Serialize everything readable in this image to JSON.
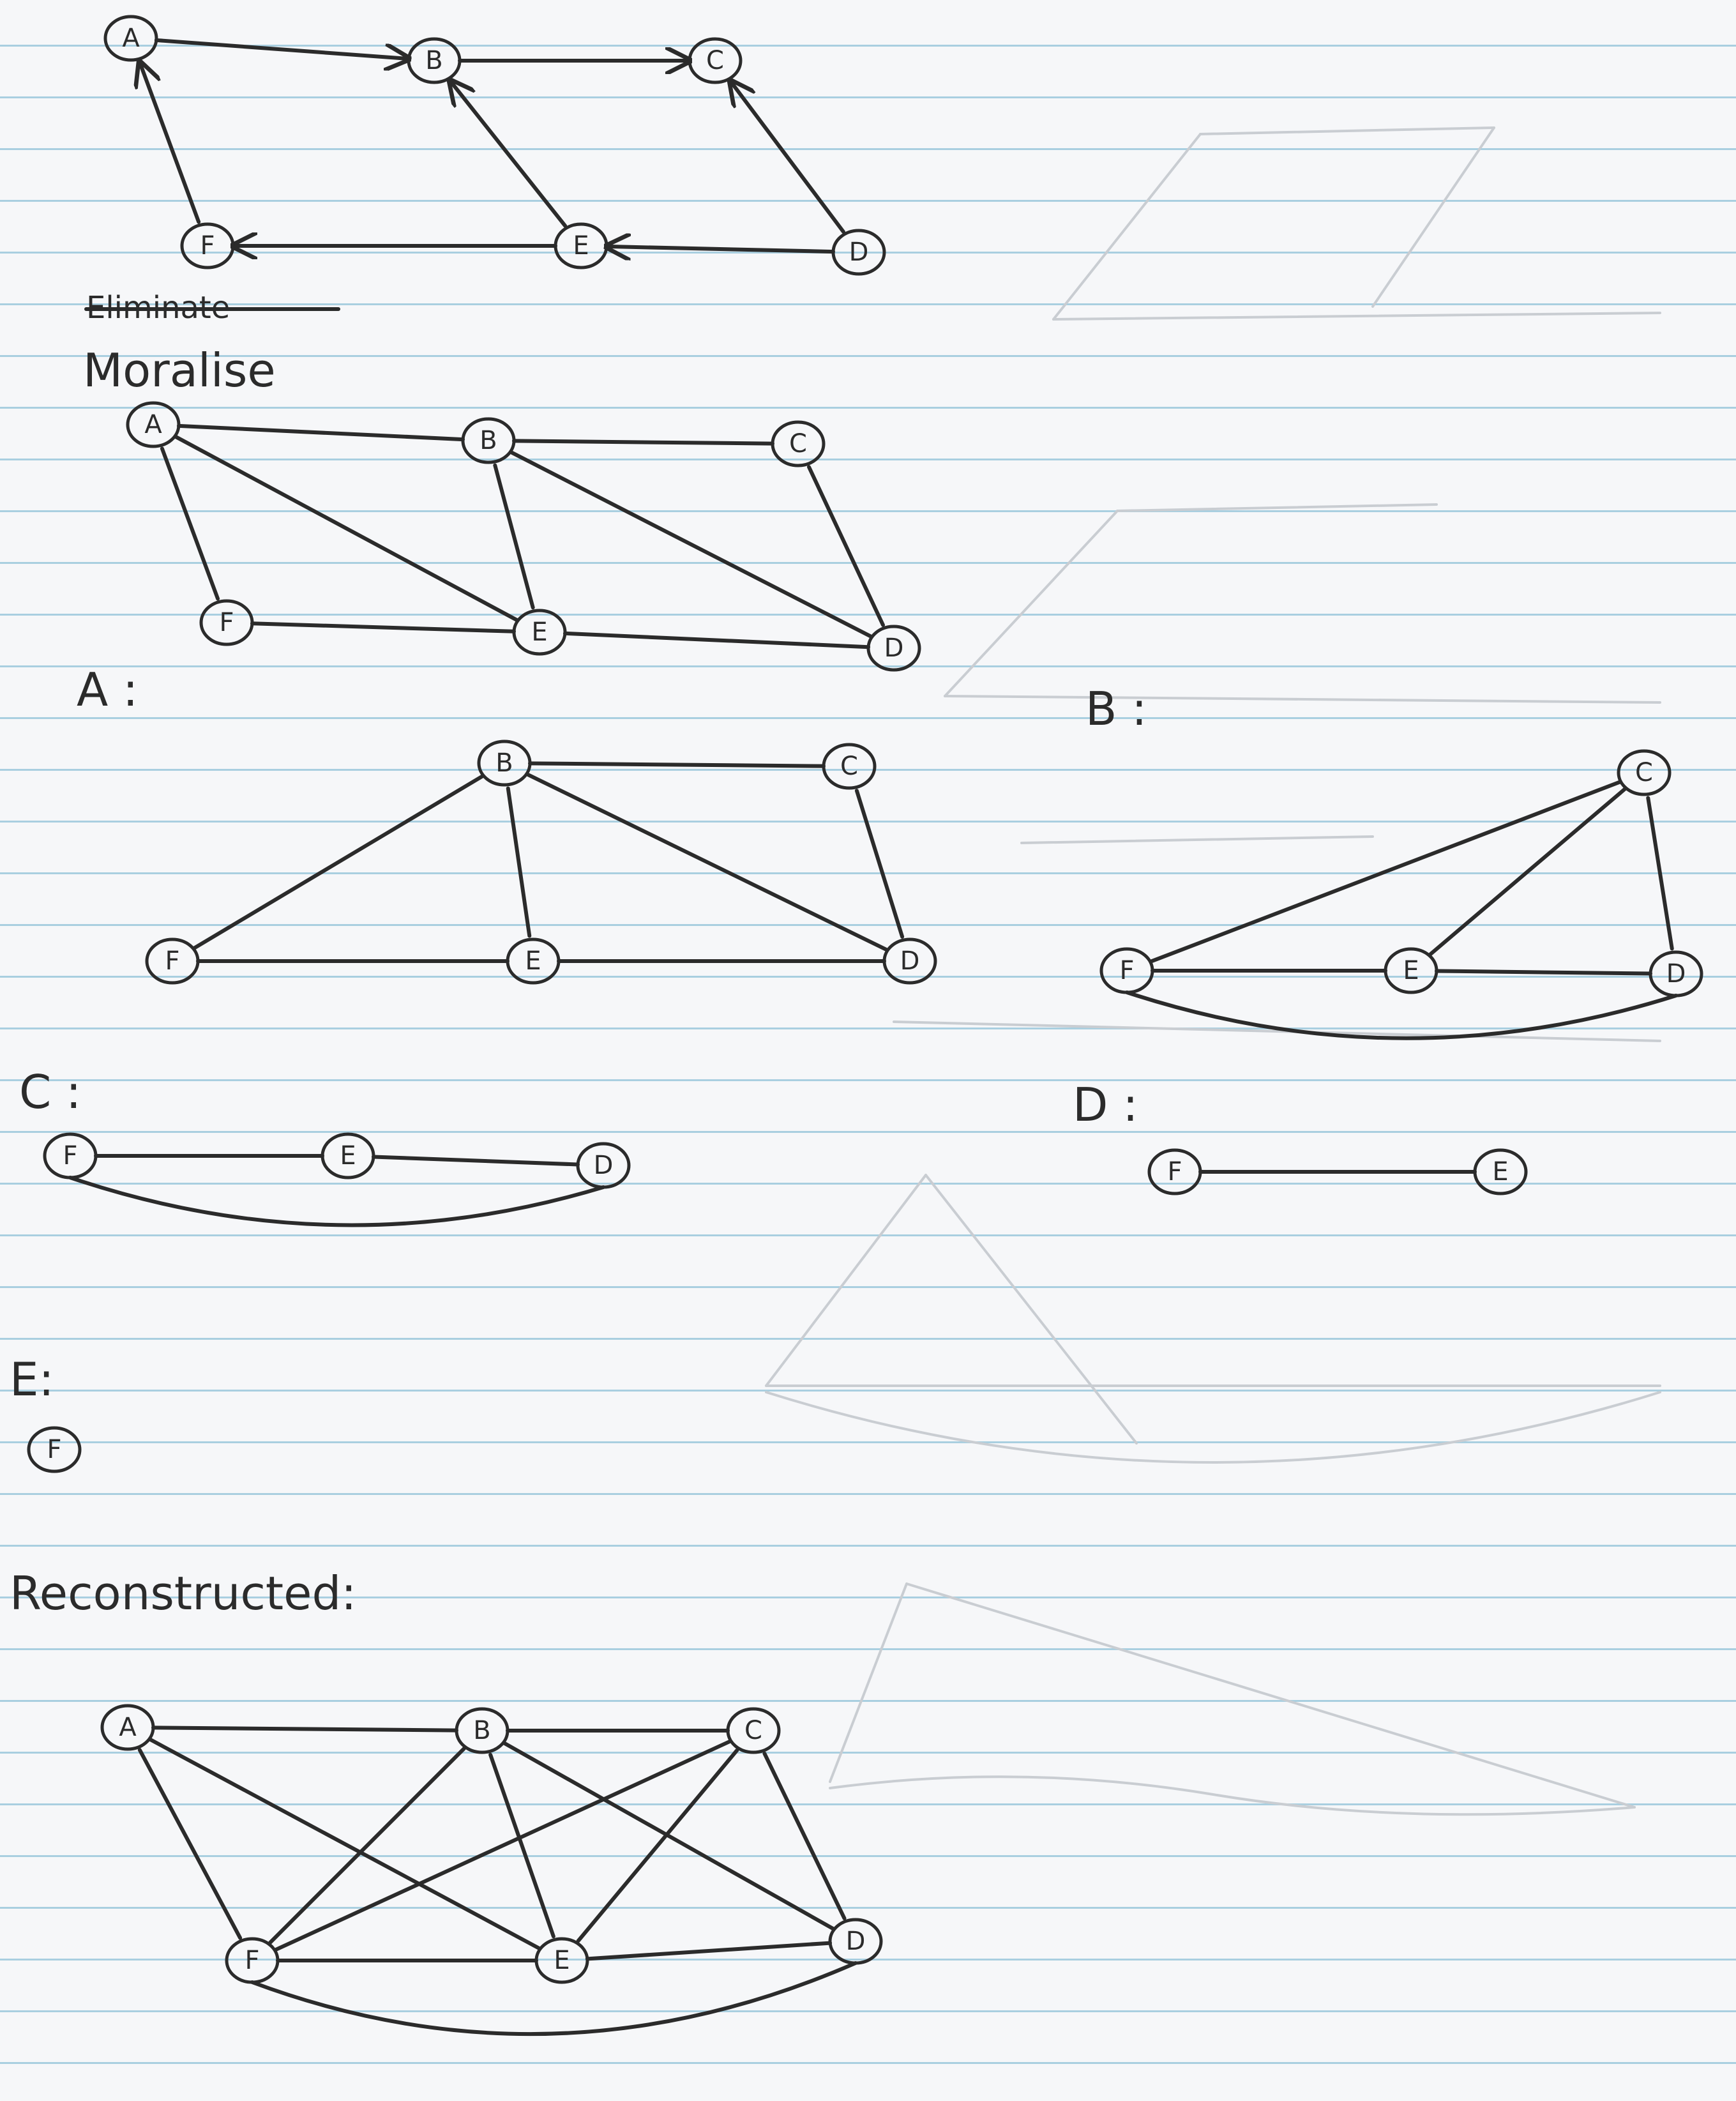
{
  "heading_crossed": "Eliminate",
  "heading_moralise": "Moralise",
  "heading_reconstructed": "Reconstructed:",
  "step_labels": {
    "A": "A :",
    "B": "B :",
    "C": "C :",
    "D": "D :",
    "E": "E:"
  },
  "graphs": [
    {
      "id": "original",
      "nodes": [
        "A",
        "B",
        "C",
        "D",
        "E",
        "F"
      ],
      "directed": true,
      "edges": [
        [
          "A",
          "B"
        ],
        [
          "B",
          "C"
        ],
        [
          "F",
          "A"
        ],
        [
          "E",
          "B"
        ],
        [
          "D",
          "C"
        ],
        [
          "E",
          "F"
        ],
        [
          "D",
          "E"
        ]
      ]
    },
    {
      "id": "moral",
      "nodes": [
        "A",
        "B",
        "C",
        "D",
        "E",
        "F"
      ],
      "directed": false,
      "edges": [
        [
          "A",
          "B"
        ],
        [
          "B",
          "C"
        ],
        [
          "A",
          "F"
        ],
        [
          "A",
          "E"
        ],
        [
          "B",
          "E"
        ],
        [
          "B",
          "D"
        ],
        [
          "C",
          "D"
        ],
        [
          "F",
          "E"
        ],
        [
          "E",
          "D"
        ]
      ]
    },
    {
      "id": "after_A",
      "nodes": [
        "B",
        "C",
        "D",
        "E",
        "F"
      ],
      "directed": false,
      "edges": [
        [
          "B",
          "C"
        ],
        [
          "B",
          "F"
        ],
        [
          "B",
          "E"
        ],
        [
          "B",
          "D"
        ],
        [
          "C",
          "D"
        ],
        [
          "F",
          "E"
        ],
        [
          "E",
          "D"
        ]
      ]
    },
    {
      "id": "after_B",
      "nodes": [
        "C",
        "D",
        "E",
        "F"
      ],
      "directed": false,
      "edges": [
        [
          "F",
          "C"
        ],
        [
          "E",
          "C"
        ],
        [
          "C",
          "D"
        ],
        [
          "F",
          "E"
        ],
        [
          "E",
          "D"
        ],
        [
          "F",
          "D"
        ]
      ]
    },
    {
      "id": "after_C",
      "nodes": [
        "D",
        "E",
        "F"
      ],
      "directed": false,
      "edges": [
        [
          "F",
          "E"
        ],
        [
          "E",
          "D"
        ],
        [
          "F",
          "D"
        ]
      ]
    },
    {
      "id": "after_D",
      "nodes": [
        "E",
        "F"
      ],
      "directed": false,
      "edges": [
        [
          "F",
          "E"
        ]
      ]
    },
    {
      "id": "after_E",
      "nodes": [
        "F"
      ],
      "directed": false,
      "edges": []
    },
    {
      "id": "reconstructed",
      "nodes": [
        "A",
        "B",
        "C",
        "D",
        "E",
        "F"
      ],
      "directed": false,
      "edges": [
        [
          "A",
          "B"
        ],
        [
          "B",
          "C"
        ],
        [
          "A",
          "F"
        ],
        [
          "A",
          "E"
        ],
        [
          "B",
          "F"
        ],
        [
          "B",
          "E"
        ],
        [
          "B",
          "D"
        ],
        [
          "C",
          "F"
        ],
        [
          "C",
          "E"
        ],
        [
          "C",
          "D"
        ],
        [
          "F",
          "E"
        ],
        [
          "E",
          "D"
        ],
        [
          "F",
          "D"
        ]
      ]
    }
  ]
}
